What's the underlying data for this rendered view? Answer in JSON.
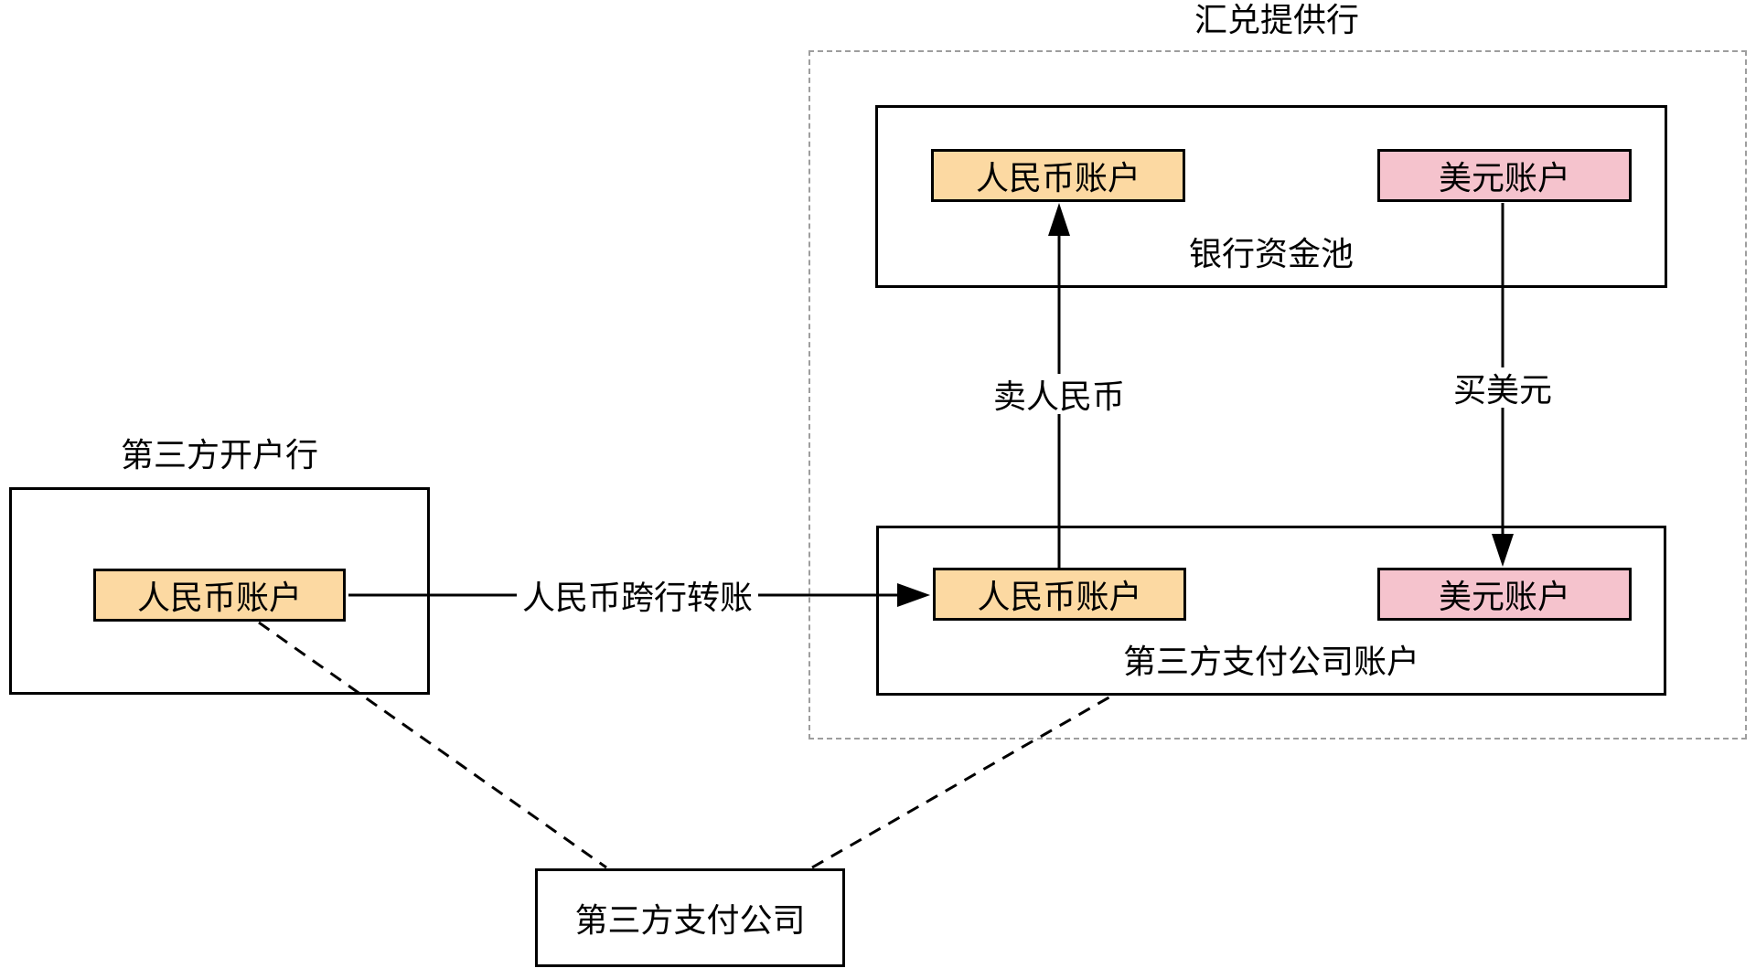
{
  "exchange_provider": {
    "title": "汇兑提供行",
    "bank_pool": {
      "label": "银行资金池",
      "rmb_account": "人民币账户",
      "usd_account": "美元账户"
    },
    "tpp_account_box": {
      "label": "第三方支付公司账户",
      "rmb_account": "人民币账户",
      "usd_account": "美元账户"
    }
  },
  "third_party_bank": {
    "title": "第三方开户行",
    "rmb_account": "人民币账户"
  },
  "third_party_company": {
    "label": "第三方支付公司"
  },
  "flows": {
    "interbank_transfer": "人民币跨行转账",
    "sell_rmb": "卖人民币",
    "buy_usd": "买美元"
  },
  "colors": {
    "rmb_account_fill": "#FCD9A2",
    "usd_account_fill": "#F5C3CD",
    "box_border": "#000000",
    "group_border": "#9E9E9E"
  }
}
